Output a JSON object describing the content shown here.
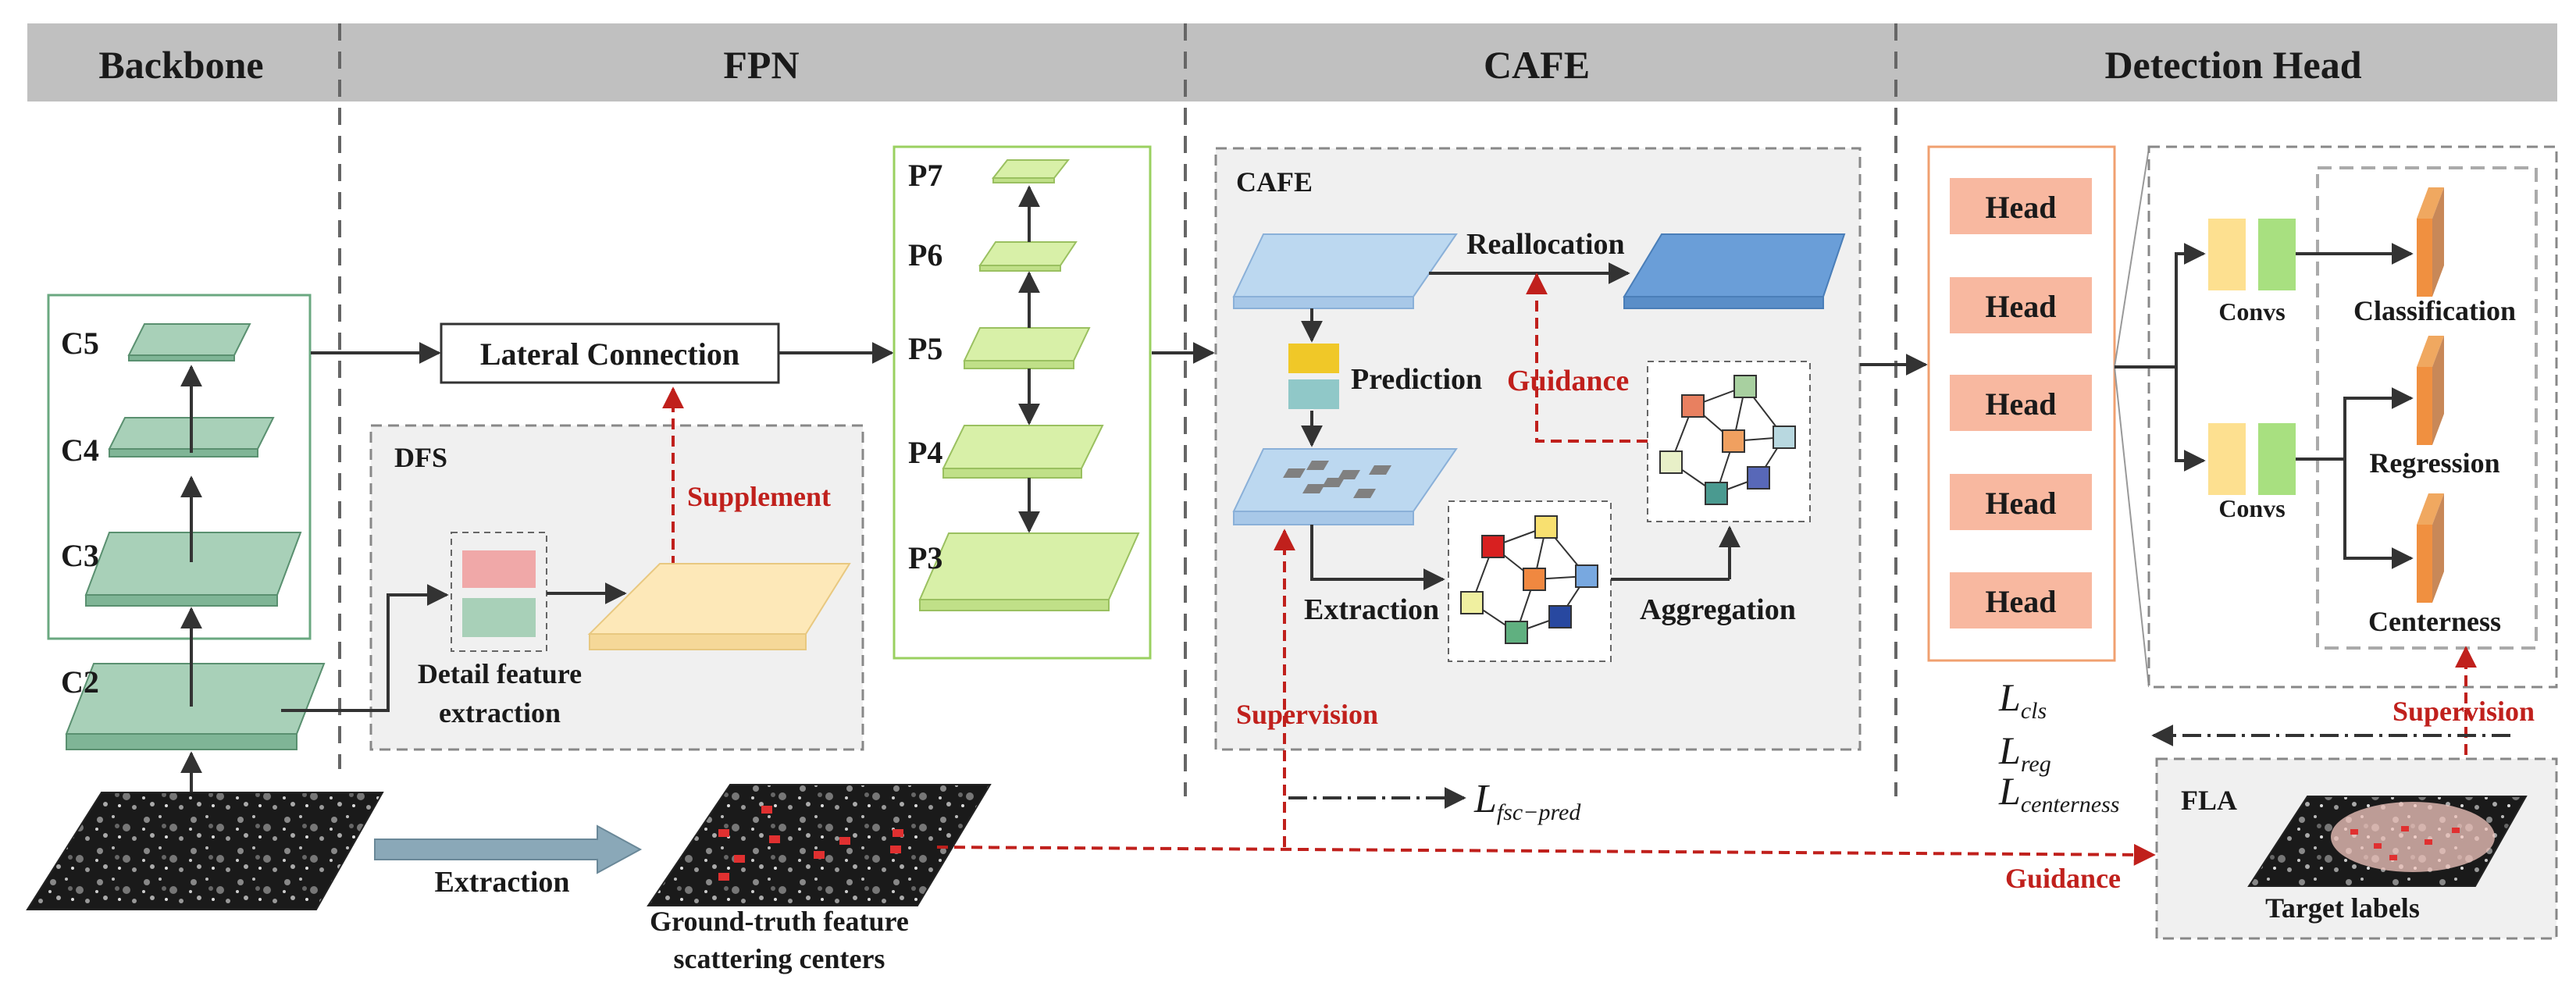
{
  "headers": {
    "backbone": "Backbone",
    "fpn": "FPN",
    "cafe": "CAFE",
    "detection_head": "Detection Head"
  },
  "backbone": {
    "levels": [
      "C5",
      "C4",
      "C3",
      "C2"
    ]
  },
  "fpn": {
    "lateral_connection": "Lateral Connection",
    "dfs_title": "DFS",
    "supplement": "Supplement",
    "detail_feature_1": "Detail feature",
    "detail_feature_2": "extraction",
    "levels": [
      "P7",
      "P6",
      "P5",
      "P4",
      "P3"
    ]
  },
  "cafe_module": {
    "title": "CAFE",
    "reallocation": "Reallocation",
    "prediction": "Prediction",
    "guidance": "Guidance",
    "extraction": "Extraction",
    "aggregation": "Aggregation",
    "supervision": "Supervision",
    "loss_main": "L",
    "loss_sub": "fsc−pred"
  },
  "detection_head": {
    "heads": [
      "Head",
      "Head",
      "Head",
      "Head",
      "Head"
    ],
    "convs_top": "Convs",
    "convs_bottom": "Convs",
    "classification": "Classification",
    "regression": "Regression",
    "centerness": "Centerness",
    "supervision": "Supervision",
    "fla_title": "FLA",
    "target_labels": "Target labels",
    "guidance": "Guidance",
    "losses": [
      {
        "main": "L",
        "sub": "cls"
      },
      {
        "main": "L",
        "sub": "reg"
      },
      {
        "main": "L",
        "sub": "centerness"
      }
    ]
  },
  "bottom": {
    "extraction": "Extraction",
    "gt_line1": "Ground-truth feature",
    "gt_line2": "scattering centers"
  },
  "colors": {
    "header_bg": "#c0c0c0",
    "backbone_green": "#a8d0b8",
    "fpn_green": "#d8f0a8",
    "cafe_blue": "#bcd8f0",
    "reallocation_blue": "#6a9ed8",
    "head_salmon": "#f8b8a0",
    "red_dashed": "#c0201c"
  }
}
